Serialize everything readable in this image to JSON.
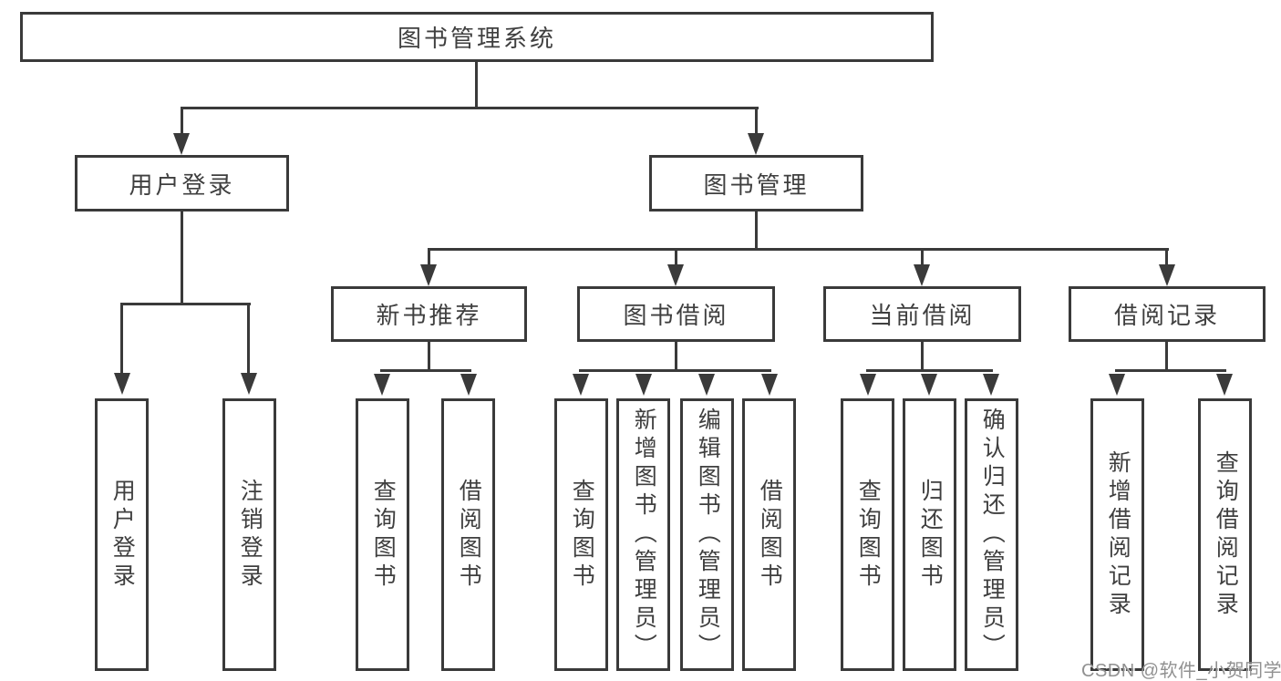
{
  "tree": {
    "label": "图书管理系统",
    "children": [
      {
        "label": "用户登录",
        "children": [
          {
            "label": "用户登录"
          },
          {
            "label": "注销登录"
          }
        ]
      },
      {
        "label": "图书管理",
        "children": [
          {
            "label": "新书推荐",
            "children": [
              {
                "label": "查询图书"
              },
              {
                "label": "借阅图书"
              }
            ]
          },
          {
            "label": "图书借阅",
            "children": [
              {
                "label": "查询图书"
              },
              {
                "label": "新增图书（管理员）"
              },
              {
                "label": "编辑图书（管理员）"
              },
              {
                "label": "借阅图书"
              }
            ]
          },
          {
            "label": "当前借阅",
            "children": [
              {
                "label": "查询图书"
              },
              {
                "label": "归还图书"
              },
              {
                "label": "确认归还（管理员）"
              }
            ]
          },
          {
            "label": "借阅记录",
            "children": [
              {
                "label": "新增借阅记录"
              },
              {
                "label": "查询借阅记录"
              }
            ]
          }
        ]
      }
    ]
  },
  "watermark": {
    "text": "CSDN @软件_小贺同学"
  },
  "colors": {
    "line": "#3a3a3a",
    "text": "#3f3f3f",
    "watermark": "#919191",
    "background": "#ffffff"
  }
}
